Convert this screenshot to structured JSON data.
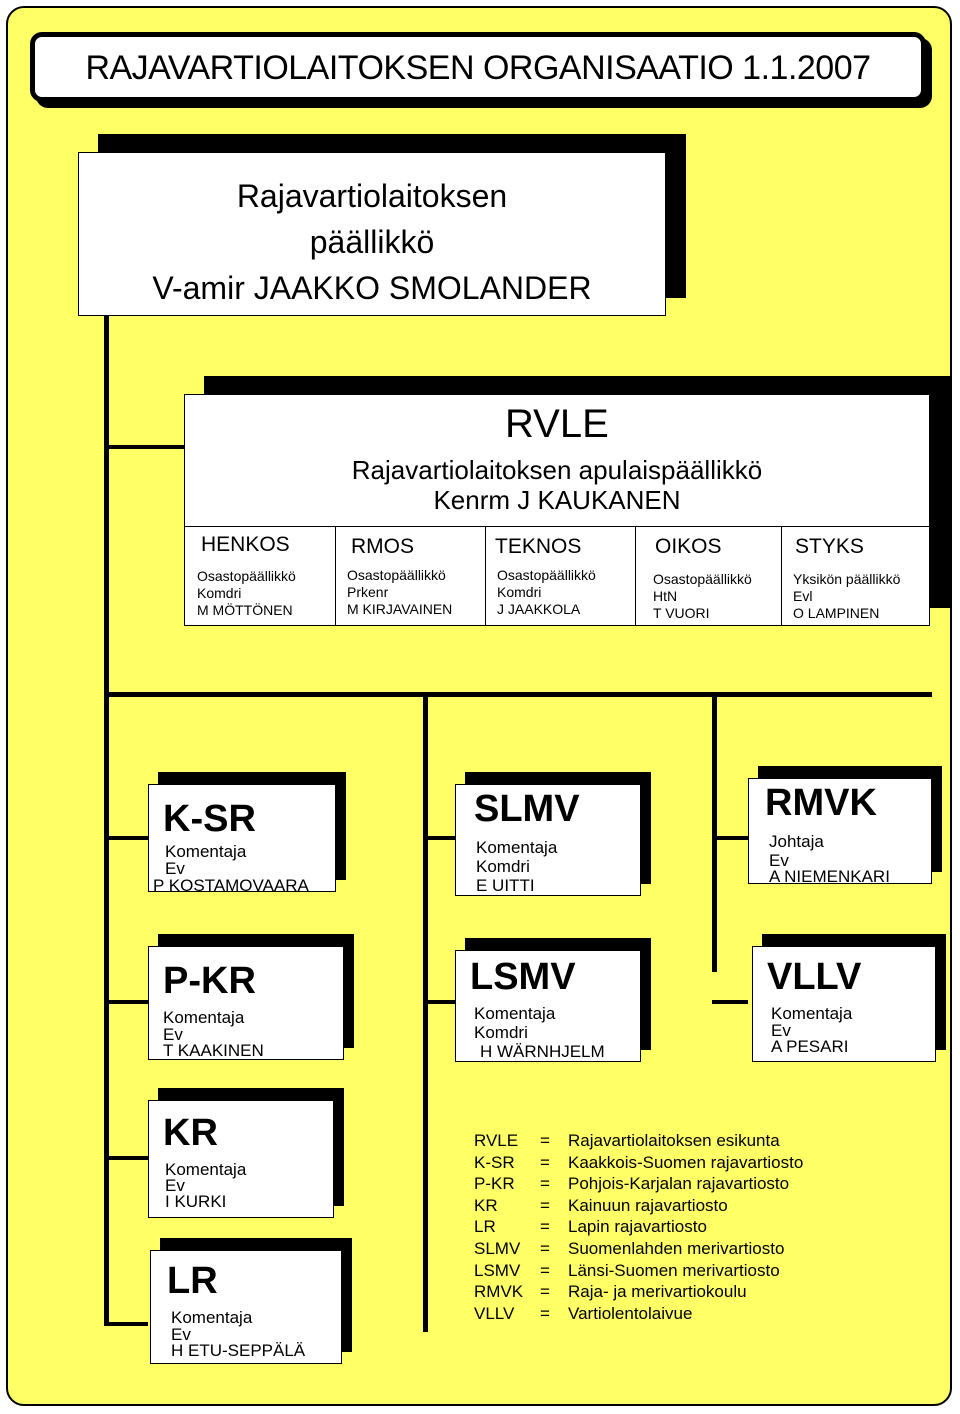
{
  "page_title": "RAJAVARTIOLAITOKSEN ORGANISAATIO 1.1.2007",
  "chief": {
    "line1": "Rajavartiolaitoksen",
    "line2": "päällikkö",
    "line3": "V-amir JAAKKO SMOLANDER"
  },
  "rvle": {
    "abbr": "RVLE",
    "role": "Rajavartiolaitoksen apulaispäällikkö",
    "person": "Kenrm J KAUKANEN",
    "departments": [
      {
        "name": "HENKOS",
        "role": "Osastopäällikkö",
        "rank": "Komdri",
        "person": "M MÖTTÖNEN"
      },
      {
        "name": "RMOS",
        "role": "Osastopäällikkö",
        "rank": "Prkenr",
        "person": "M KIRJAVAINEN"
      },
      {
        "name": "TEKNOS",
        "role": "Osastopäällikkö",
        "rank": "Komdri",
        "person": "J JAAKKOLA"
      },
      {
        "name": "OIKOS",
        "role": "Osastopäällikkö",
        "rank": "HtN",
        "person": "T VUORI"
      },
      {
        "name": "STYKS",
        "role": "Yksikön päällikkö",
        "rank": "Evl",
        "person": "O LAMPINEN"
      }
    ]
  },
  "units": [
    {
      "abbr": "K-SR",
      "role": "Komentaja",
      "rank": "Ev",
      "person": "P KOSTAMOVAARA"
    },
    {
      "abbr": "SLMV",
      "role": "Komentaja",
      "rank": "Komdri",
      "person": "E UITTI"
    },
    {
      "abbr": "RMVK",
      "role": "Johtaja",
      "rank": "Ev",
      "person": "A NIEMENKARI"
    },
    {
      "abbr": "P-KR",
      "role": "Komentaja",
      "rank": "Ev",
      "person": "T KAAKINEN"
    },
    {
      "abbr": "LSMV",
      "role": "Komentaja",
      "rank": "Komdri",
      "person": "H WÄRNHJELM"
    },
    {
      "abbr": "VLLV",
      "role": "Komentaja",
      "rank": "Ev",
      "person": "A PESARI"
    },
    {
      "abbr": "KR",
      "role": "Komentaja",
      "rank": "Ev",
      "person": "I KURKI"
    },
    {
      "abbr": "LR",
      "role": "Komentaja",
      "rank": "Ev",
      "person": "H ETU-SEPPÄLÄ"
    }
  ],
  "legend": [
    {
      "abbr": "RVLE",
      "eq": "=",
      "desc": "Rajavartiolaitoksen esikunta"
    },
    {
      "abbr": "K-SR",
      "eq": "=",
      "desc": "Kaakkois-Suomen rajavartiosto"
    },
    {
      "abbr": "P-KR",
      "eq": "=",
      "desc": "Pohjois-Karjalan rajavartiosto"
    },
    {
      "abbr": "KR",
      "eq": "=",
      "desc": "Kainuun rajavartiosto"
    },
    {
      "abbr": "LR",
      "eq": "=",
      "desc": "Lapin rajavartiosto"
    },
    {
      "abbr": "SLMV",
      "eq": "=",
      "desc": "Suomenlahden merivartiosto"
    },
    {
      "abbr": "LSMV",
      "eq": "=",
      "desc": "Länsi-Suomen merivartiosto"
    },
    {
      "abbr": "RMVK",
      "eq": "=",
      "desc": "Raja- ja merivartiokoulu"
    },
    {
      "abbr": "VLLV",
      "eq": "=",
      "desc": "Vartiolentolaivue"
    }
  ]
}
